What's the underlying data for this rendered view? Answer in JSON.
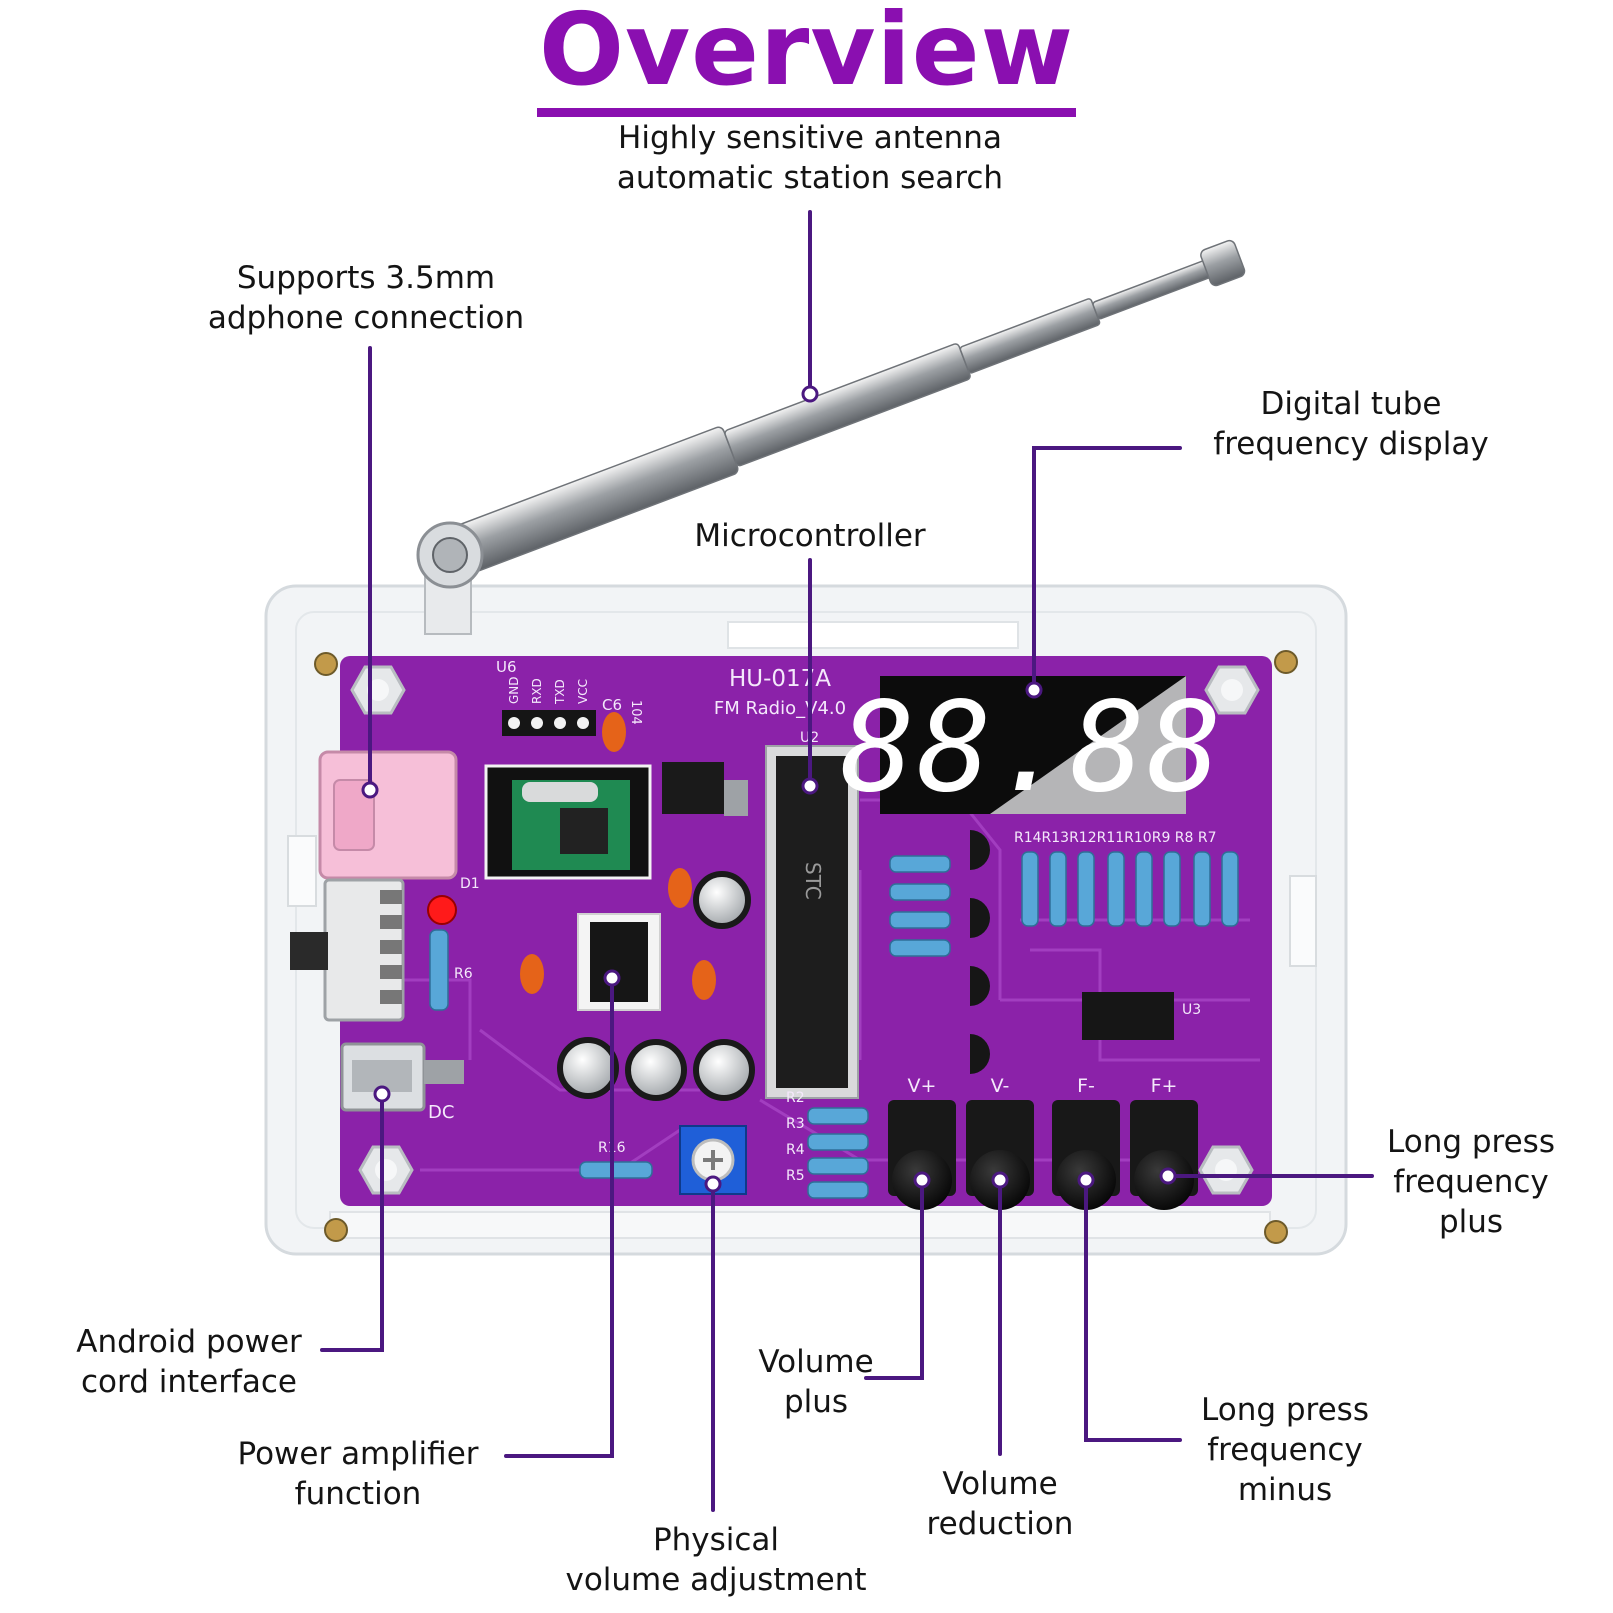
{
  "title": "Overview",
  "colors": {
    "accent": "#8a0fb0",
    "leader": "#4b1880",
    "pcb": "#8a20a8",
    "acrylic": "#eef1f4"
  },
  "board": {
    "model": "HU-017A",
    "version": "FM Radio_V4.0",
    "display_digits": "88.88",
    "header_label": "U6",
    "pins": [
      "GND",
      "RXD",
      "TXD",
      "VCC"
    ],
    "cap_label": "C6",
    "cap_value": "104",
    "u2": "U2",
    "chip": "STC",
    "buttons": [
      "V+",
      "V-",
      "F-",
      "F+"
    ],
    "r_labels": [
      "R2",
      "R3",
      "R4",
      "R5"
    ],
    "r_top": "R14R13R12R11R10R9 R8 R7",
    "r16": "R16",
    "u3": "U3",
    "dc": "DC",
    "d1": "D1",
    "r6": "R6"
  },
  "callouts": {
    "antenna": [
      "Highly sensitive antenna",
      "automatic station search"
    ],
    "audio_jack": [
      "Supports 3.5mm",
      "adphone connection"
    ],
    "display": [
      "Digital tube",
      "frequency display"
    ],
    "microcontroller": [
      "Microcontroller"
    ],
    "freq_plus": [
      "Long press",
      "frequency",
      "plus"
    ],
    "power_cord": [
      "Android power",
      "cord interface"
    ],
    "volume_plus": [
      "Volume",
      "plus"
    ],
    "freq_minus": [
      "Long press",
      "frequency",
      "minus"
    ],
    "amplifier": [
      "Power amplifier",
      "function"
    ],
    "volume_reduction": [
      "Volume",
      "reduction"
    ],
    "volume_adjust": [
      "Physical",
      "volume adjustment"
    ]
  }
}
